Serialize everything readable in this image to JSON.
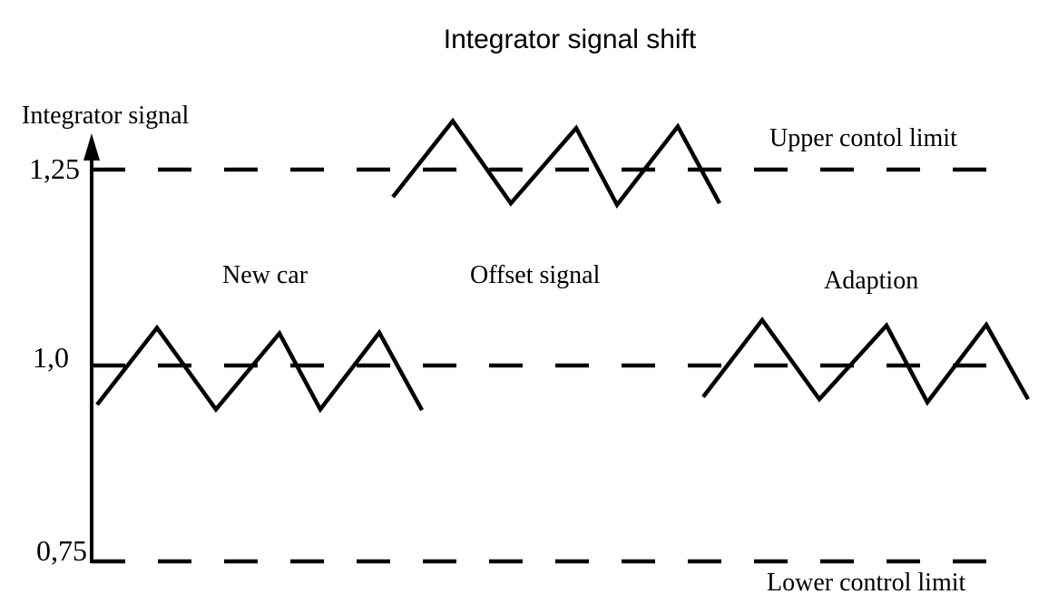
{
  "page": {
    "background": "#ffffff",
    "ink_color": "#000000"
  },
  "chart_data": {
    "type": "line",
    "title": "Integrator signal shift",
    "ylabel": "Integrator signal",
    "xlabel": "",
    "grid": false,
    "legend": "inline-labels",
    "ylim": [
      0.75,
      1.35
    ],
    "y_ticks": [
      {
        "label": "1,25",
        "value": 1.25
      },
      {
        "label": "1,0",
        "value": 1.0
      },
      {
        "label": "0,75",
        "value": 0.75
      }
    ],
    "reference_lines": [
      {
        "id": "upper-control-limit",
        "label": "Upper contol limit",
        "value": 1.25,
        "style": "dashed"
      },
      {
        "id": "center-line",
        "label": "",
        "value": 1.0,
        "style": "dashed"
      },
      {
        "id": "lower-control-limit",
        "label": "Lower control limit",
        "value": 0.75,
        "style": "dashed"
      }
    ],
    "series": [
      {
        "id": "new-car",
        "name": "New car",
        "shape": "triangle-wave",
        "mean_level": 1.0,
        "points": [
          {
            "x": 107,
            "v": 0.95
          },
          {
            "x": 173,
            "v": 1.048
          },
          {
            "x": 238,
            "v": 0.944
          },
          {
            "x": 308,
            "v": 1.041
          },
          {
            "x": 353,
            "v": 0.944
          },
          {
            "x": 418,
            "v": 1.042
          },
          {
            "x": 465,
            "v": 0.943
          }
        ]
      },
      {
        "id": "offset-signal",
        "name": "Offset signal",
        "shape": "triangle-wave",
        "mean_level": 1.25,
        "points": [
          {
            "x": 433,
            "v": 1.215
          },
          {
            "x": 499,
            "v": 1.312
          },
          {
            "x": 563,
            "v": 1.207
          },
          {
            "x": 635,
            "v": 1.303
          },
          {
            "x": 680,
            "v": 1.205
          },
          {
            "x": 747,
            "v": 1.305
          },
          {
            "x": 793,
            "v": 1.207
          }
        ]
      },
      {
        "id": "adaption",
        "name": "Adaption",
        "shape": "triangle-wave",
        "mean_level": 1.0,
        "points": [
          {
            "x": 775,
            "v": 0.96
          },
          {
            "x": 840,
            "v": 1.058
          },
          {
            "x": 903,
            "v": 0.957
          },
          {
            "x": 977,
            "v": 1.051
          },
          {
            "x": 1022,
            "v": 0.953
          },
          {
            "x": 1087,
            "v": 1.052
          },
          {
            "x": 1133,
            "v": 0.957
          }
        ]
      }
    ]
  }
}
